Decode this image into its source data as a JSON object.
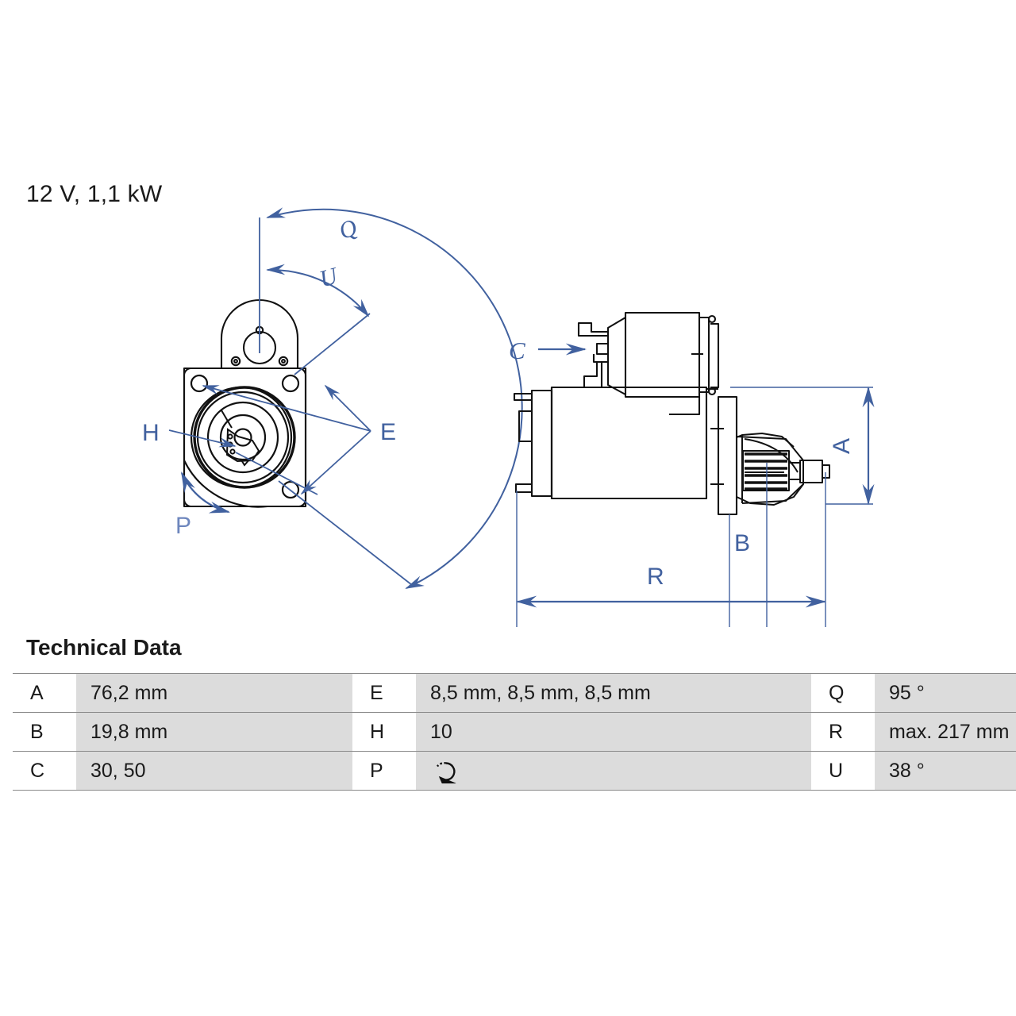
{
  "header": {
    "spec_title": "12 V, 1,1 kW"
  },
  "tech_section": {
    "heading": "Technical Data"
  },
  "table": {
    "rows": [
      {
        "c1_key": "A",
        "c1_val": "76,2 mm",
        "c2_key": "E",
        "c2_val": "8,5 mm, 8,5 mm, 8,5 mm",
        "c3_key": "Q",
        "c3_val": "95 °"
      },
      {
        "c1_key": "B",
        "c1_val": "19,8 mm",
        "c2_key": "H",
        "c2_val": "10",
        "c3_key": "R",
        "c3_val": "max. 217 mm"
      },
      {
        "c1_key": "C",
        "c1_val": "30, 50",
        "c2_key": "P",
        "c2_val": "",
        "c2_icon": "rotation-direction-icon",
        "c3_key": "U",
        "c3_val": "38 °"
      }
    ]
  },
  "drawing": {
    "front_view": {
      "labels": {
        "q": "Q",
        "u": "U",
        "e": "E",
        "h": "H",
        "p": "P"
      }
    },
    "side_view": {
      "labels": {
        "c": "C",
        "a": "A",
        "b": "B",
        "r": "R"
      }
    }
  },
  "colors": {
    "dimension_blue": "#41619f",
    "outline_black": "#111111",
    "table_value_bg": "#dcdcdc",
    "table_rule": "#8a8a8a"
  }
}
